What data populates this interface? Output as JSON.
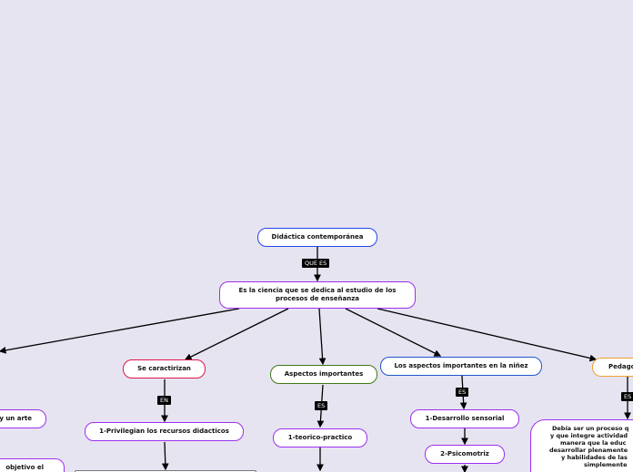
{
  "root": "Didáctica contemporánea",
  "link_root": "QUE ES",
  "definition": "Es la ciencia que se dedica al estudio de los procesos de enseñanza",
  "branches": {
    "left1": "y un arte",
    "left2": "objetivo el",
    "caracterizan": {
      "title": "Se caractirizan",
      "link": "EN",
      "items": [
        "1-Privilegian los recursos didacticos"
      ]
    },
    "aspectos": {
      "title": "Aspectos importantes",
      "link": "ES",
      "items": [
        "1-teorico-practico"
      ]
    },
    "ninez": {
      "title": "Los aspectos importantes en la niñez",
      "link": "ES",
      "items": [
        "1-Desarrollo sensorial",
        "2-Psicomotriz"
      ]
    },
    "pedagogia": {
      "title": "Pedago",
      "link": "ES",
      "text": [
        "Debía ser un proceso q",
        "y que integre actividad",
        "manera que la educ",
        "desarrollar plenamente",
        "y habilidades de las",
        "simplemente"
      ]
    }
  }
}
